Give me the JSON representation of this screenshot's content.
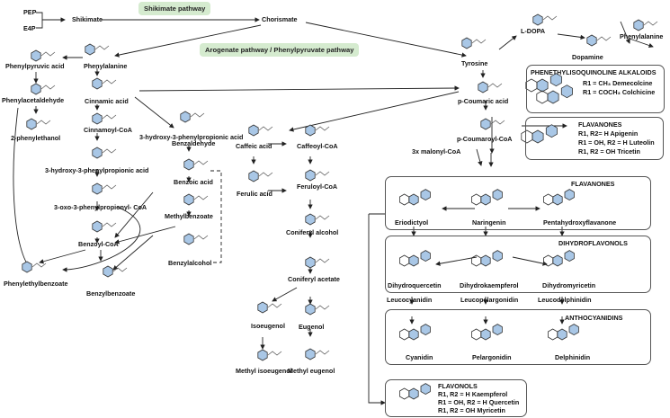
{
  "pathways": {
    "shikimate": "Shikimate pathway",
    "arogenate": "Arogenate pathway / Phenylpyruvate pathway"
  },
  "compounds": {
    "pep": "PEP",
    "e4p": "E4P",
    "shikimate": "Shikimate",
    "chorismate": "Chorismate",
    "phenylpyruvic_acid": "Phenylpyruvic acid",
    "phenylalanine": "Phenylalanine",
    "phenylacetaldehyde": "Phenylacetaldehyde",
    "phenylethanol": "2-phenylethanol",
    "cinnamic_acid": "Cinnamic acid",
    "cinnamoyl_coa": "Cinnamoyl-CoA",
    "hydroxy_phenylpropionic_acid_1": "3-hydroxy-3-phenylpropionic acid",
    "hydroxy_phenylpropionic_acid_2": "3-hydroxy-3-phenylpropionic acid",
    "oxo_phenylpropionyl_coa": "3-oxo-3-phenylpropionyl- CoA",
    "benzoyl_coa": "Benzoyl-CoA",
    "phenylethylbenzoate": "Phenylethylbenzoate",
    "benzylbenzoate": "Benzylbenzoate",
    "benzaldehyde": "Benzaldehyde",
    "benzoic_acid": "Benzoic acid",
    "methylbenzoate": "Methylbenzoate",
    "benzylalcohol": "Benzylalcohol",
    "caffeic_acid": "Caffeic acid",
    "ferulic_acid": "Ferulic acid",
    "caffeoyl_coa": "Caffeoyl-CoA",
    "feruloyl_coa": "Feruloyl-CoA",
    "coniferyl_alcohol": "Coniferyl alcohol",
    "coniferyl_acetate": "Coniferyl acetate",
    "isoeugenol": "Isoeugenol",
    "eugenol": "Eugenol",
    "methyl_isoeugenol": "Methyl isoeugenol",
    "methyl_eugenol": "Methyl eugenol",
    "tyrosine": "Tyrosine",
    "l_dopa": "L-DOPA",
    "dopamine": "Dopamine",
    "phenylalanine_2": "Phenylalanine",
    "p_coumaric_acid": "p-Coumaric acid",
    "p_coumaroyl_coa": "p-Coumaroyl-CoA",
    "malonyl_coa": "3x malonyl-CoA"
  },
  "boxes": {
    "phenethyl": {
      "title": "PHENETHYLISOQUINOLINE ALKALOIDS",
      "lines": [
        "R1 = CH₃  Demecolcine",
        "R1 = COCH₃ Colchicine"
      ]
    },
    "flavanones_top": {
      "title": "FLAVANONES",
      "lines": [
        "R1, R2= H  Apigenin",
        "R1 = OH, R2 = H  Luteolin",
        "R1, R2 = OH  Tricetin"
      ]
    },
    "flavanones": {
      "title": "FLAVANONES",
      "items": [
        "Eriodictyol",
        "Naringenin",
        "Pentahydroxyflavanone"
      ]
    },
    "dihydroflavonols": {
      "title": "DIHYDROFLAVONOLS",
      "items": [
        "Dihydroquercetin",
        "Dihydrokaempferol",
        "Dihydromyricetin"
      ]
    },
    "leucos": [
      "Leucocyanidin",
      "Leucopelargonidin",
      "Leucodelphinidin"
    ],
    "anthocyanidins": {
      "title": "ANTHOCYANIDINS",
      "items": [
        "Cyanidin",
        "Pelargonidin",
        "Delphinidin"
      ]
    },
    "flavonols": {
      "title": "FLAVONOLS",
      "lines": [
        "R1, R2 = H  Kaempferol",
        "R1 = OH, R2 = H  Quercetin",
        "R1, R2 = OH  Myricetin"
      ]
    }
  },
  "colors": {
    "ring_highlight": "#a9c7e6",
    "pathway_label_bg": "#d5ebcf",
    "arrow": "#222222"
  }
}
